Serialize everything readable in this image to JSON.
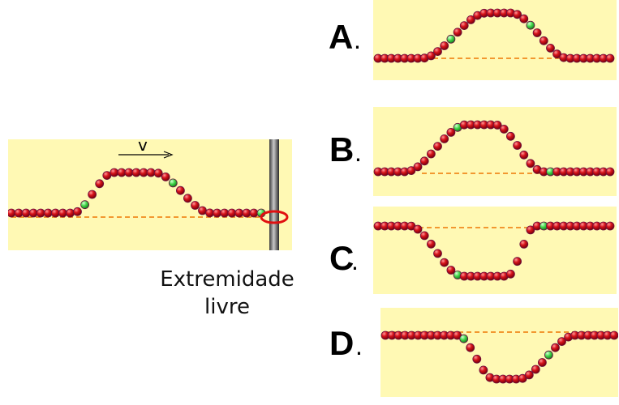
{
  "main": {
    "velocity_label": "v",
    "caption_line1": "Extremidade",
    "caption_line2": "livre"
  },
  "options": [
    {
      "letter": "A",
      "dot": "."
    },
    {
      "letter": "B",
      "dot": "."
    },
    {
      "letter": "C",
      "dot": "."
    },
    {
      "letter": "D",
      "dot": "."
    }
  ],
  "colors": {
    "panel_background": "#fff9b4",
    "bead": "#d8141c",
    "bead_highlight": "#43d84a",
    "baseline": "#f08a1e",
    "ring": "#e01010"
  }
}
